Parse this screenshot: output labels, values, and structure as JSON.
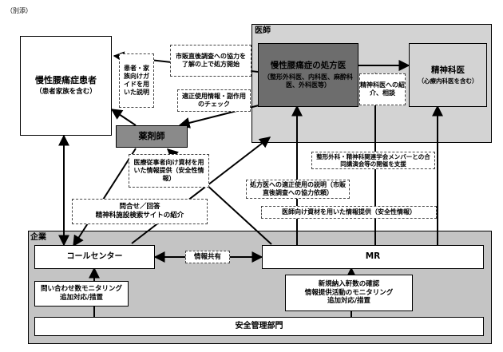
{
  "note": "（別添）",
  "patient": {
    "title": "慢性腰痛症患者",
    "sub": "（患者家族を含む）"
  },
  "doctor_area": {
    "label": "医師"
  },
  "prescriber": {
    "title": "慢性腰痛症の処方医",
    "sub": "（整形外科医、内科医、麻酔科医、外科医等）"
  },
  "psychiatrist": {
    "title": "精神科医",
    "sub": "（心療内科医を含む）"
  },
  "pharmacist": {
    "label": "薬剤師"
  },
  "company_area": {
    "label": "企業"
  },
  "call_center": {
    "label": "コールセンター"
  },
  "mr": {
    "label": "MR"
  },
  "safety_dept": {
    "label": "安全管理部門"
  },
  "labels": {
    "patient_guide": "患者・家族向けガイドを用いた説明",
    "pms_consent": "市販直後調査への協力を了解の上で処方開始",
    "proper_use_check": "適正使用情報・副作用のチェック",
    "psych_referral": "精神科医への紹介、相談",
    "pharm_material": "医療従事者向け資材を用いた情報提供（安全性情報）",
    "joint_seminar": "整形外科・精神科関連学会メンバーとの合同講演会等の開催を支援",
    "prescriber_explain": "処方医への適正使用の説明（市販直後調査への協力依頼）",
    "inquiry": "問合せ／回答",
    "psych_site": "精神科施設検索サイトの紹介",
    "doctor_material": "医師向け資材を用いた情報提供（安全性情報）",
    "info_share": "情報共有",
    "call_monitor_1": "問い合わせ数モニタリング",
    "call_monitor_2": "追加対応/措置",
    "mr_monitor_1": "新規納入軒数の確認",
    "mr_monitor_2": "情報提供活動のモニタリング",
    "mr_monitor_3": "追加対応/措置"
  }
}
